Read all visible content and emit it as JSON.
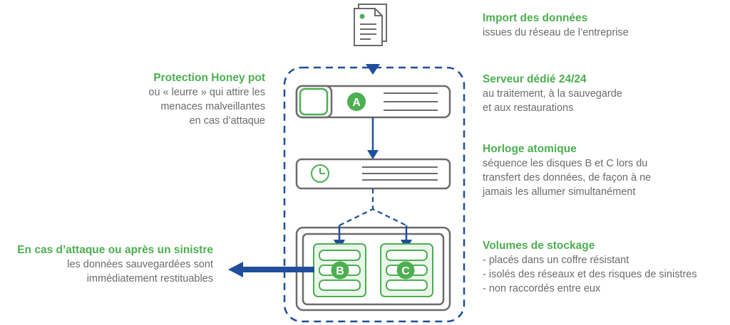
{
  "colors": {
    "accent_green": "#4caf50",
    "navy": "#1f4e9c",
    "gray": "#6b6b6b",
    "light_green": "#eaf6ea"
  },
  "import": {
    "title": "Import des données",
    "lines": [
      "issues du réseau de l’entreprise"
    ]
  },
  "honeypot": {
    "title": "Protection Honey pot",
    "lines": [
      "ou « leurre » qui attire les",
      "menaces malveillantes",
      "en cas d’attaque"
    ]
  },
  "serveur": {
    "title": "Serveur dédié 24/24",
    "lines": [
      "au traitement, à la sauvegarde",
      "et aux restaurations"
    ]
  },
  "horloge": {
    "title": "Horloge atomique",
    "lines": [
      "séquence les disques B et C lors du",
      "transfert des données, de façon à ne",
      "jamais les allumer simultanément"
    ]
  },
  "attaque": {
    "title": "En cas d’attaque ou après un sinistre",
    "lines": [
      "les données sauvegardées sont",
      "immédiatement restituables"
    ]
  },
  "volumes": {
    "title": "Volumes de stockage",
    "lines": [
      "- placés dans un coffre résistant",
      "- isolés des réseaux et des risques de sinistres",
      "- non raccordés entre eux"
    ]
  },
  "nodes": {
    "a": "A",
    "b": "B",
    "c": "C"
  },
  "icons": [
    "document-icon",
    "clock-icon",
    "disk-stack-icon"
  ]
}
